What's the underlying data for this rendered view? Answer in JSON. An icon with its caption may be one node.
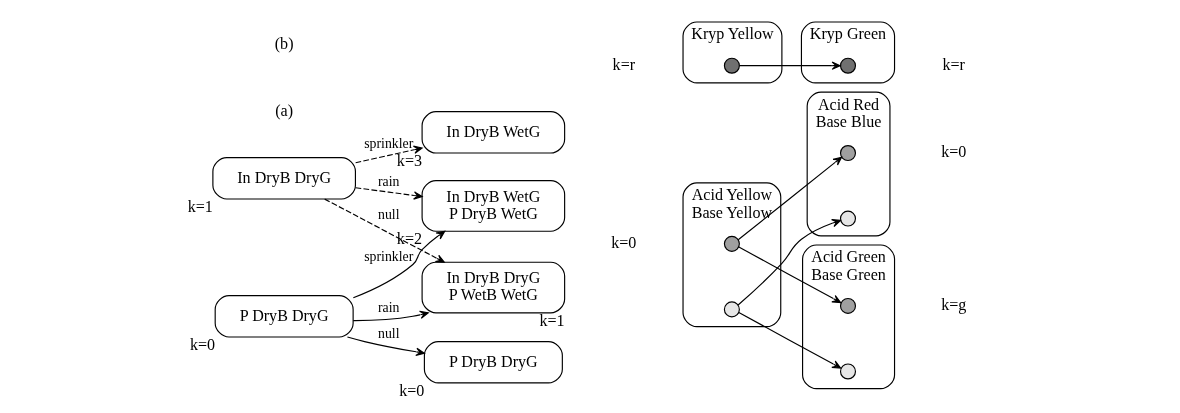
{
  "diagram": {
    "nodes": [
      {
        "text": [
          "In DryB DryG"
        ],
        "beside": [
          "k=1"
        ]
      },
      {
        "text": [
          "P DryB DryG"
        ],
        "beside": [
          "k=0"
        ]
      },
      {
        "text": [
          "In DryB WetG"
        ],
        "beside": [
          "k=3"
        ]
      },
      {
        "text": [
          "In DryB WetG",
          "P DryB WetG"
        ],
        "beside": [
          "k=2"
        ]
      },
      {
        "text": [
          "In DryB DryG",
          "P WetB WetG"
        ],
        "beside": [
          "k=1"
        ]
      },
      {
        "text": [
          "P DryB DryG"
        ],
        "beside": [
          "k=0"
        ]
      },
      {
        "text": [
          "Kryp Yellow"
        ],
        "beside": [
          "k=r"
        ]
      },
      {
        "text": [],
        "shape": "circle",
        "in": 6
      },
      {
        "text": [
          "Kryp Green"
        ],
        "beside": [
          "k=r"
        ]
      },
      {
        "text": [],
        "shape": "circle",
        "in": 8
      },
      {
        "text": [
          "Acid Green",
          "Base Green"
        ],
        "beside": [
          "k=g"
        ]
      },
      {
        "text": [],
        "shape": "circle",
        "in": 10
      },
      {
        "text": [],
        "shape": "circle",
        "in": 10
      },
      {
        "text": [
          "Acid Yellow",
          "Base Yellow"
        ],
        "beside": [
          "k=0"
        ]
      },
      {
        "text": [],
        "shape": "circle",
        "in": 13
      },
      {
        "text": [],
        "shape": "circle",
        "in": 13
      },
      {
        "text": [
          "Acid Red",
          "Base Blue"
        ],
        "beside": [
          "k=0"
        ]
      },
      {
        "text": [],
        "shape": "circle",
        "in": 16
      },
      {
        "text": [],
        "shape": "circle",
        "in": 16
      }
    ],
    "edges": [
      {
        "from": 0,
        "to": 2,
        "arrow": "to",
        "label": "sprinkler",
        "style": "dashed"
      },
      {
        "from": 0,
        "to": 3,
        "arrow": "to",
        "label": "rain",
        "style": "dashed"
      },
      {
        "from": 0,
        "to": 4,
        "arrow": "to",
        "label": "null",
        "style": "dashed"
      },
      {
        "from": 1,
        "to": 3,
        "arrow": "to",
        "label": "sprinkler"
      },
      {
        "from": 1,
        "to": 4,
        "arrow": "to",
        "label": "rain"
      },
      {
        "from": 1,
        "to": 5,
        "arrow": "to",
        "label": "null"
      },
      {
        "from": 7,
        "to": 9,
        "arrow": "to"
      },
      {
        "from": 14,
        "to": 11,
        "arrow": "to"
      },
      {
        "from": 15,
        "to": 12,
        "arrow": "to"
      },
      {
        "from": 14,
        "to": 17,
        "arrow": "to"
      },
      {
        "from": 15,
        "to": 18,
        "arrow": "to"
      }
    ],
    "labels": [
      "(a)",
      "(b)"
    ]
  }
}
